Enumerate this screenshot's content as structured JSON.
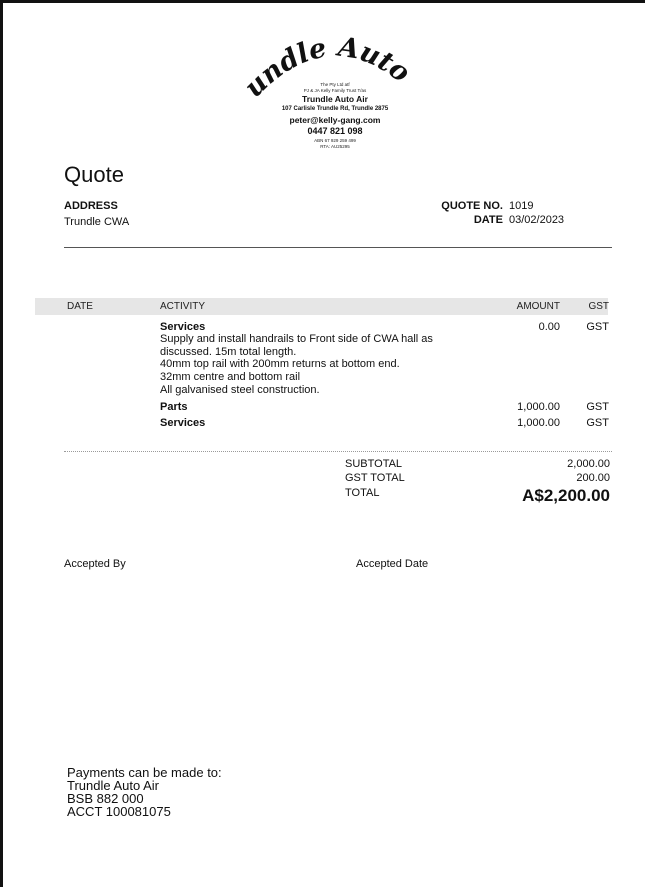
{
  "letterhead": {
    "logo_text": "Trundle Auto Air",
    "line1": "The Pty Ltd atf",
    "line2": "PJ & JA Kelly Family Trust T/as",
    "business_name": "Trundle Auto Air",
    "address": "107 Carlisle Trundle Rd, Trundle 2875",
    "email": "peter@kelly-gang.com",
    "phone": "0447 821 098",
    "abn": "ABN 67 929 259 499",
    "rta": "RTA: AU25295"
  },
  "title": "Quote",
  "address_label": "ADDRESS",
  "address_value": "Trundle CWA",
  "quote_no_label": "QUOTE NO.",
  "quote_no_value": "1019",
  "date_label": "DATE",
  "date_value": "03/02/2023",
  "table": {
    "headers": {
      "date": "DATE",
      "activity": "ACTIVITY",
      "amount": "AMOUNT",
      "gst": "GST"
    },
    "rows": [
      {
        "activity": "Services",
        "description": [
          "Supply and install handrails to Front side of CWA hall as",
          "discussed.  15m total length.",
          "40mm top rail with 200mm returns at bottom end.",
          "32mm centre and bottom rail",
          "All galvanised steel construction."
        ],
        "amount": "0.00",
        "gst": "GST"
      },
      {
        "activity": "Parts",
        "description": [],
        "amount": "1,000.00",
        "gst": "GST"
      },
      {
        "activity": "Services",
        "description": [],
        "amount": "1,000.00",
        "gst": "GST"
      }
    ]
  },
  "totals": {
    "subtotal_label": "SUBTOTAL",
    "subtotal_value": "2,000.00",
    "gst_label": "GST TOTAL",
    "gst_value": "200.00",
    "total_label": "TOTAL",
    "total_value": "A$2,200.00"
  },
  "accepted_by": "Accepted By",
  "accepted_date": "Accepted Date",
  "payment": {
    "heading": "Payments can be made to:",
    "name": "Trundle Auto Air",
    "bsb": "BSB 882 000",
    "acct": "ACCT 100081075"
  }
}
